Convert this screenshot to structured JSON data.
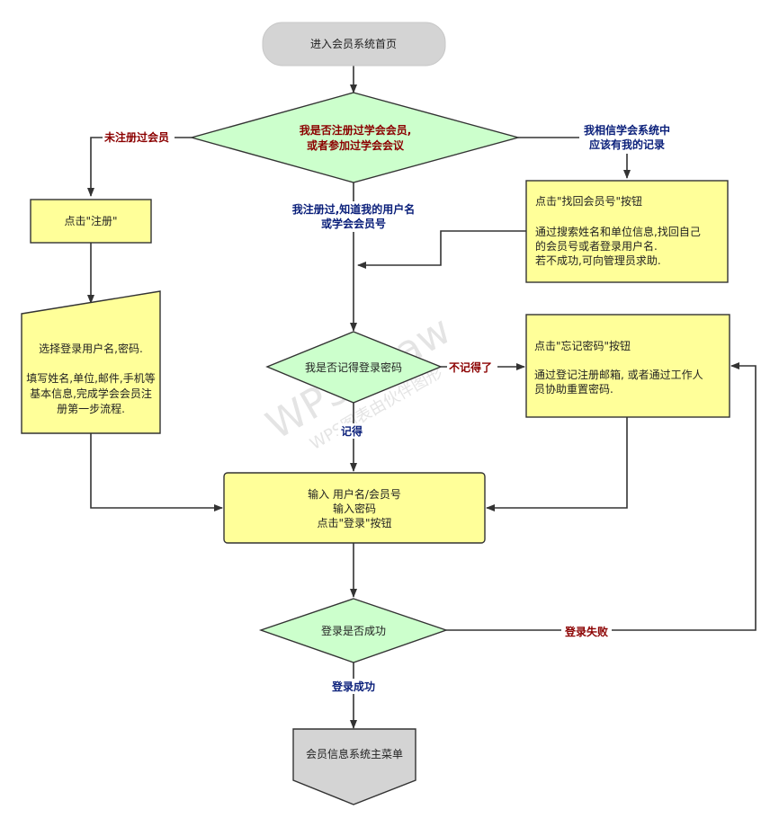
{
  "nodes": {
    "start": "进入会员系统首页",
    "q_member": [
      "我是否注册过学会会员,",
      "或者参加过学会会议"
    ],
    "register": "点击\"注册\"",
    "register_form": [
      "选择登录用户名,密码.",
      "",
      "填写姓名,单位,邮件,手机等",
      "基本信息,完成学会会员注",
      "册第一步流程."
    ],
    "find_id": [
      "点击\"找回会员号\"按钮",
      "",
      "通过搜索姓名和单位信息,找回自己",
      "的会员号或者登录用户名.",
      "若不成功,可向管理员求助."
    ],
    "q_password": "我是否记得登录密码",
    "forgot": [
      "点击\"忘记密码\"按钮",
      "",
      "通过登记注册邮箱, 或者通过工作人",
      "员协助重置密码."
    ],
    "login": [
      "输入 用户名/会员号",
      "输入密码",
      "点击\"登录\"按钮"
    ],
    "q_success": "登录是否成功",
    "end": "会员信息系统主菜单"
  },
  "edge_labels": {
    "not_registered": "未注册过会员",
    "should_have_record": [
      "我相信学会系统中",
      "应该有我的记录"
    ],
    "registered": [
      "我注册过,知道我的用户名",
      "或学会会员号"
    ],
    "forgot_pw": "不记得了",
    "remember": "记得",
    "login_fail": "登录失败",
    "login_ok": "登录成功"
  },
  "watermark": [
    "WPS Draw",
    "WPS图表由伙伴图形"
  ],
  "colors": {
    "terminal_fill": "#d4d4d4",
    "decision_fill": "#ccffcc",
    "process_fill": "#ffff99",
    "stroke": "#333333",
    "label_red": "#8b0000",
    "label_blue": "#0a1f7a"
  }
}
